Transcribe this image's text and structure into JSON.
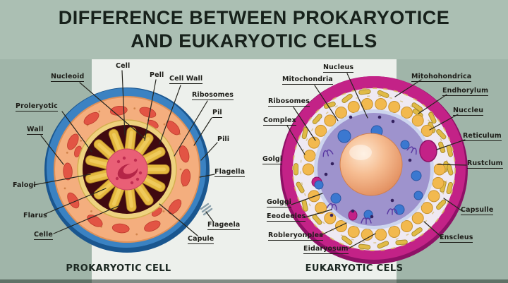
{
  "title": {
    "line1": "DIFFERENCE BETWEEN PROKARYOTICE",
    "line2": "AND EUKARYOTIC CELLS"
  },
  "prokaryotic": {
    "caption": "PROKARYOTIC CELL",
    "labels": {
      "nucleoid": "Nucleoid",
      "prokaryotic": "Proleryotic",
      "wall": "Wall",
      "falogi": "Falogi",
      "flarus": "Flarus",
      "celle": "Celle",
      "cell": "Cell",
      "pell": "Pell",
      "cell_wall": "Cell Wall",
      "ribosomes": "Ribosomes",
      "pil": "Pil",
      "pili": "Pili",
      "flagella": "Flagella",
      "flageela": "Flageela",
      "capule": "Capule"
    }
  },
  "eukaryotic": {
    "caption": "EUKARYOTIC CELS",
    "labels": {
      "nucleus": "Nucleus",
      "mitochondria": "Mitochondria",
      "ribosomes": "Ribosomes",
      "complex": "Complex",
      "golgi": "Golgi",
      "golggi": "Golggi",
      "eeodeeles": "Eeodeeles",
      "robleryonples": "Robleryonples",
      "eidaryosum": "Eidaryosum",
      "mitohohondrica": "Mitohohondrica",
      "endhorylum": "Endhorylum",
      "nuccleu": "Nuccleu",
      "reticulum": "Reticulum",
      "rustclum": "Rustclum",
      "capsulle": "Capsulle",
      "enscleus": "Enscleus"
    }
  },
  "colors": {
    "background": "#a0b5a9",
    "panel": "#edf0ec",
    "prokaryote_membrane_blue": "#2f72b4",
    "prokaryote_cytoplasm_peach": "#f4ae7e",
    "prokaryote_interior_maroon": "#400a10",
    "eukaryote_membrane_magenta": "#c32287",
    "eukaryote_cytoplasm_lavender": "#9e93cd",
    "nucleus_peach": "#f3b185",
    "title_text": "#17211b"
  }
}
